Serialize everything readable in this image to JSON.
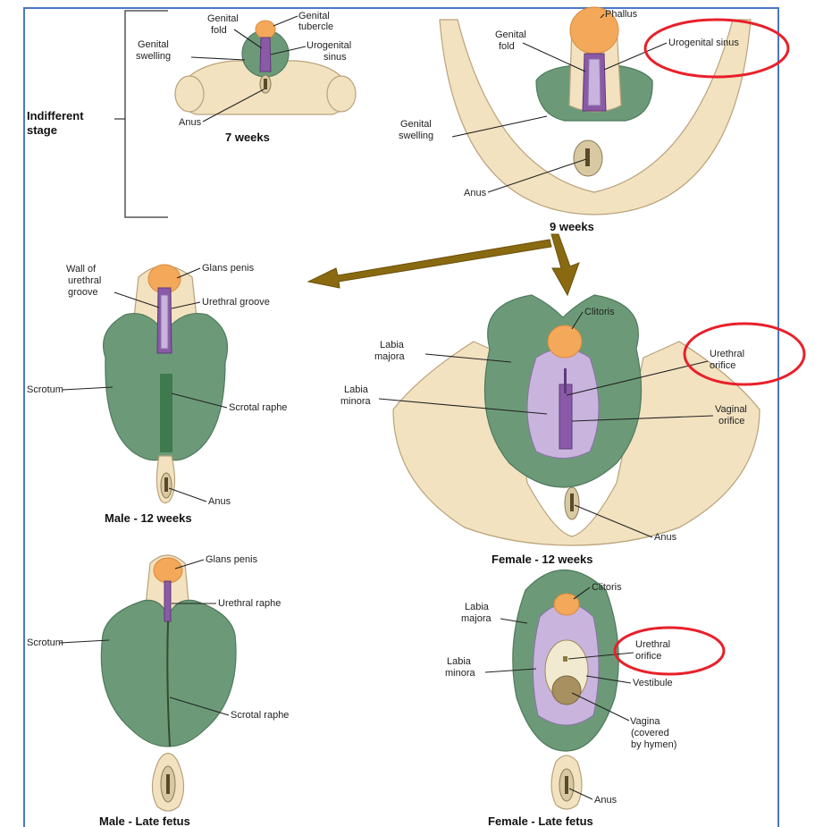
{
  "labels": {
    "indifferent": "Indifferent",
    "stage": "stage",
    "genital_fold_1": "Genital",
    "genital_fold_2": "fold",
    "genital_tubercle_1": "Genital",
    "genital_tubercle_2": "tubercle",
    "genital_swelling_1": "Genital",
    "genital_swelling_2": "swelling",
    "urogenital_sinus_1": "Urogenital",
    "urogenital_sinus_2": "sinus",
    "anus": "Anus",
    "w7": "7 weeks",
    "phallus": "Phallus",
    "genital_fold_9_1": "Genital",
    "genital_fold_9_2": "fold",
    "urogenital_sinus_9": "Urogenital sinus",
    "genital_swelling_9_1": "Genital",
    "genital_swelling_9_2": "swelling",
    "anus_9": "Anus",
    "w9": "9 weeks",
    "wall_1": "Wall of",
    "wall_2": "urethral",
    "wall_3": "groove",
    "glans_penis": "Glans penis",
    "urethral_groove": "Urethral groove",
    "scrotum": "Scrotum",
    "scrotal_raphe": "Scrotal raphe",
    "anus_m12": "Anus",
    "male12": "Male - 12 weeks",
    "clitoris": "Clitoris",
    "labia_majora_1": "Labia",
    "labia_majora_2": "majora",
    "labia_minora_1": "Labia",
    "labia_minora_2": "minora",
    "urethral_orifice_1": "Urethral",
    "urethral_orifice_2": "orifice",
    "vaginal_orifice_1": "Vaginal",
    "vaginal_orifice_2": "orifice",
    "anus_f12": "Anus",
    "female12": "Female - 12 weeks",
    "glans_penis_lf": "Glans penis",
    "urethral_raphe": "Urethral raphe",
    "scrotum_lf": "Scrotum",
    "scrotal_raphe_lf": "Scrotal raphe",
    "male_late": "Male - Late fetus",
    "clitoris_lf": "Clitoris",
    "labia_majora_lf_1": "Labia",
    "labia_majora_lf_2": "majora",
    "urethral_orifice_lf_1": "Urethral",
    "urethral_orifice_lf_2": "orifice",
    "labia_minora_lf_1": "Labia",
    "labia_minora_lf_2": "minora",
    "vestibule": "Vestibule",
    "vagina_1": "Vagina",
    "vagina_2": "(covered",
    "vagina_3": "by hymen)",
    "anus_flf": "Anus",
    "female_late": "Female - Late fetus"
  },
  "colors": {
    "frame": "#4a78c8",
    "highlight_circle": "#e8202a",
    "skin": "#f2e2c0",
    "swelling": "#6c9a78",
    "tubercle": "#f4a85a",
    "groove": "#8a5aa8"
  }
}
